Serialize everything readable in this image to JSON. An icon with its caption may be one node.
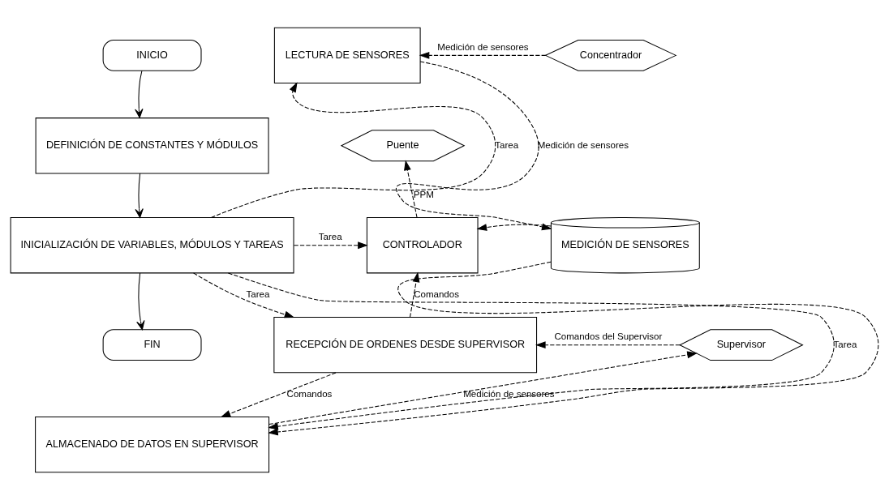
{
  "diagram": {
    "nodes": [
      {
        "text": [
          "INICIO"
        ]
      },
      {
        "text": [
          "DEFINICIÓN DE CONSTANTES Y MÓDULOS"
        ]
      },
      {
        "text": [
          "INICIALIZACIÓN DE VARIABLES, MÓDULOS Y TAREAS"
        ]
      },
      {
        "text": [
          "FIN"
        ]
      },
      {
        "text": [
          "LECTURA DE SENSORES"
        ]
      },
      {
        "text": [
          "Puente"
        ]
      },
      {
        "text": [
          "Concentrador"
        ]
      },
      {
        "text": [
          "CONTROLADOR"
        ]
      },
      {
        "text": [
          "MEDICIÓN DE SENSORES"
        ]
      },
      {
        "text": [
          "RECEPCIÓN DE ORDENES DESDE SUPERVISOR"
        ]
      },
      {
        "text": [
          "Supervisor"
        ]
      },
      {
        "text": [
          "ALMACENADO DE DATOS EN SUPERVISOR"
        ]
      }
    ],
    "edges": [
      {
        "from": 0,
        "to": 1,
        "arrow": "to"
      },
      {
        "from": 1,
        "to": 2,
        "arrow": "to"
      },
      {
        "from": 2,
        "to": 3,
        "arrow": "to"
      },
      {
        "from": 2,
        "to": 4,
        "arrow": "to",
        "label": "Tarea",
        "style": "dashed"
      },
      {
        "from": 2,
        "to": 7,
        "arrow": "to",
        "label": "Tarea",
        "style": "dashed"
      },
      {
        "from": 2,
        "to": 9,
        "arrow": "to",
        "label": "Tarea",
        "style": "dashed"
      },
      {
        "from": 2,
        "to": 11,
        "arrow": "to",
        "label": "Tarea",
        "style": "dashed"
      },
      {
        "from": 6,
        "to": 4,
        "arrow": "to",
        "label": "Medición de sensores",
        "style": "dashed"
      },
      {
        "from": 4,
        "to": 8,
        "arrow": "to",
        "label": "Medición de sensores",
        "style": "dashed"
      },
      {
        "from": 8,
        "to": 7,
        "arrow": "to",
        "style": "dashed"
      },
      {
        "from": 7,
        "to": 5,
        "arrow": "to",
        "label": "PPM",
        "style": "dashed"
      },
      {
        "from": 9,
        "to": 7,
        "arrow": "to",
        "label": "Comandos",
        "style": "dashed"
      },
      {
        "from": 10,
        "to": 9,
        "arrow": "to",
        "label": "Comandos del Supervisor",
        "style": "dashed"
      },
      {
        "from": 8,
        "to": 11,
        "arrow": "to",
        "style": "dashed"
      },
      {
        "from": 9,
        "to": 11,
        "arrow": "to",
        "label": "Comandos",
        "style": "dashed"
      },
      {
        "from": 11,
        "to": 10,
        "arrow": "to",
        "label": "Medición de sensores",
        "style": "dashed"
      }
    ]
  }
}
